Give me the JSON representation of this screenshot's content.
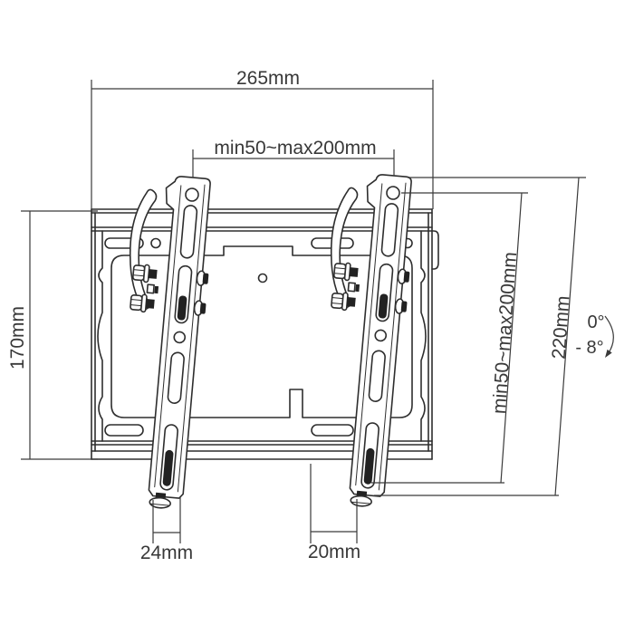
{
  "figure": {
    "background": "#ffffff",
    "line_color": "#2e2e2e",
    "dimension_color": "#3a3a3a"
  },
  "dimensions": {
    "top_width": "265mm",
    "vesa_width": "min50~max200mm",
    "plate_height": "170mm",
    "vesa_height": "min50~max200mm",
    "bracket_height": "220mm",
    "tilt_up": "0°",
    "tilt_down": "- 8°",
    "bottom_left_offset": "24mm",
    "bottom_right_offset": "20mm"
  }
}
